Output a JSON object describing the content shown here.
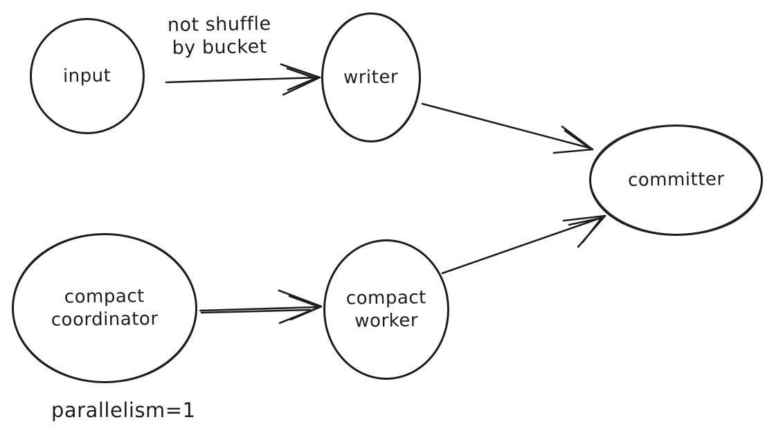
{
  "colors": {
    "stroke": "#1d1d1d",
    "background": "#ffffff"
  },
  "diagram": {
    "style": "hand-drawn flowchart",
    "nodes": [
      {
        "id": "input",
        "shape": "ellipse",
        "label": "input"
      },
      {
        "id": "writer",
        "shape": "ellipse",
        "label": "writer"
      },
      {
        "id": "committer",
        "shape": "ellipse",
        "label": "committer"
      },
      {
        "id": "compact-coordinator",
        "shape": "ellipse",
        "label": "compact coordinator"
      },
      {
        "id": "compact-worker",
        "shape": "ellipse",
        "label": "compact worker"
      }
    ],
    "edges": [
      {
        "from": "input",
        "to": "writer",
        "label": "not shuffle by bucket"
      },
      {
        "from": "writer",
        "to": "committer",
        "label": ""
      },
      {
        "from": "compact-coordinator",
        "to": "compact-worker",
        "label": ""
      },
      {
        "from": "compact-worker",
        "to": "committer",
        "label": ""
      }
    ],
    "annotations": [
      {
        "text": "parallelism=1"
      }
    ]
  }
}
